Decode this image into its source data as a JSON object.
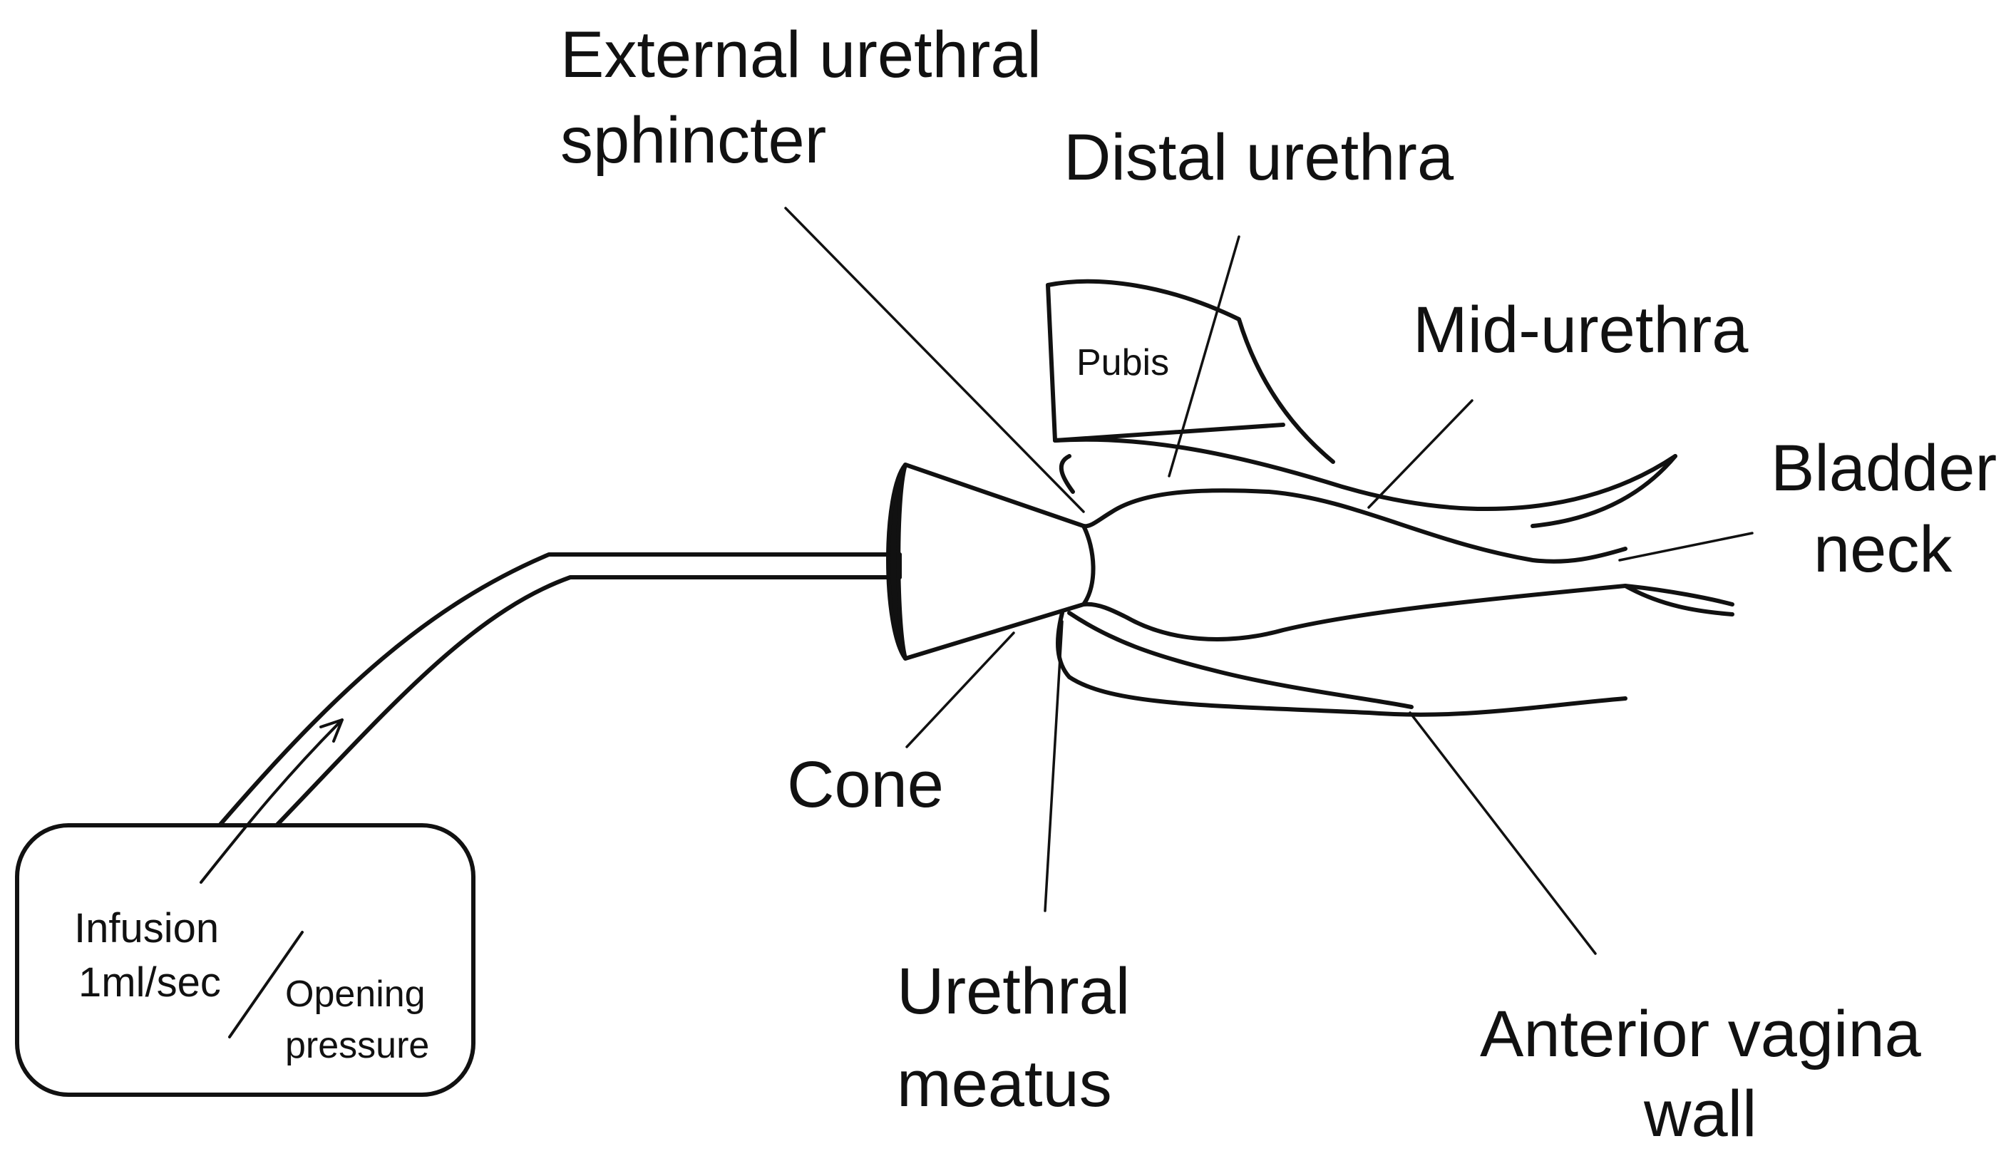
{
  "diagram": {
    "labels": {
      "external_urethral_sphincter": [
        "External urethral",
        "sphincter"
      ],
      "distal_urethra": "Distal urethra",
      "mid_urethra": "Mid-urethra",
      "bladder_neck": [
        "Bladder",
        "neck"
      ],
      "pubis": "Pubis",
      "cone": "Cone",
      "urethral_meatus": [
        "Urethral",
        "meatus"
      ],
      "anterior_vagina_wall": [
        "Anterior vagina",
        "wall"
      ],
      "infusion": [
        "Infusion",
        "1ml/sec"
      ],
      "opening_pressure": [
        "Opening",
        "pressure"
      ]
    },
    "colors": {
      "line": "#111111",
      "background": "#ffffff"
    }
  }
}
